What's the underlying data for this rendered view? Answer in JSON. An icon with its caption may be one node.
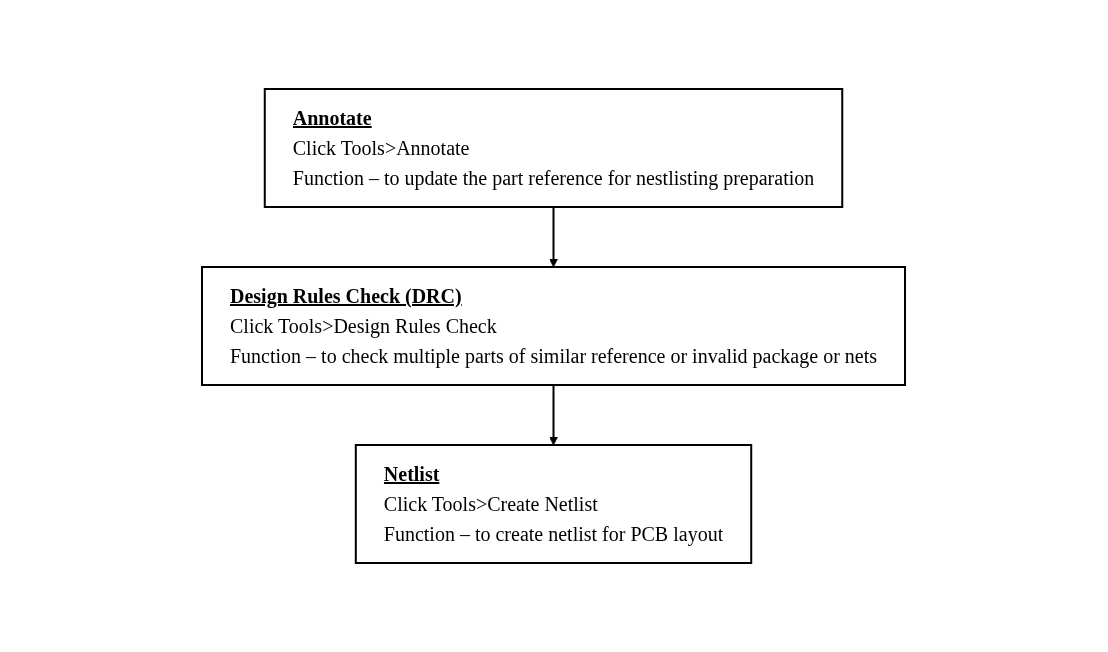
{
  "diagram": {
    "nodes": [
      {
        "text": [
          "Annotate",
          "Click Tools>Annotate",
          "Function – to update the part reference for nestlisting preparation"
        ]
      },
      {
        "text": [
          "Design Rules Check (DRC)",
          "Click Tools>Design Rules Check",
          "Function – to check multiple parts of similar reference or invalid package or nets"
        ]
      },
      {
        "text": [
          "Netlist",
          "Click Tools>Create Netlist",
          "Function – to create netlist for PCB layout"
        ]
      }
    ],
    "edges": [
      {
        "from": 0,
        "to": 1,
        "arrow": "to"
      },
      {
        "from": 1,
        "to": 2,
        "arrow": "to"
      }
    ]
  }
}
